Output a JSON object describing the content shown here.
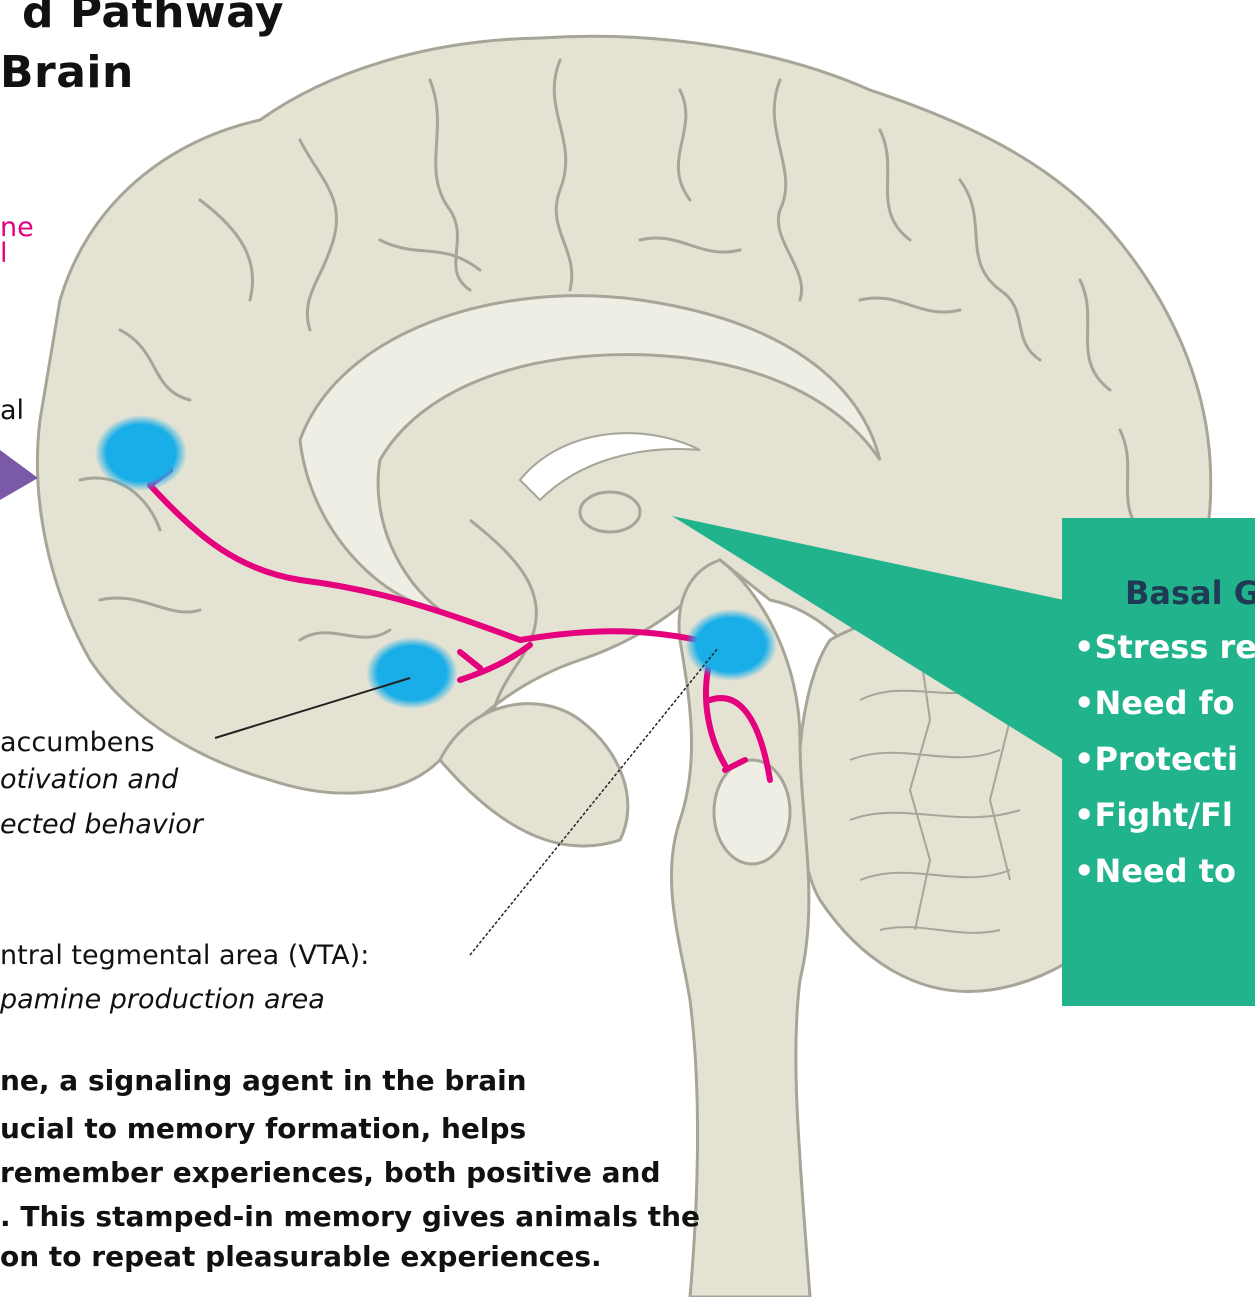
{
  "title": {
    "line1": "d Pathway",
    "line2": "Brain"
  },
  "left_fragments": {
    "pink_text": "ne",
    "pink_text2": "l",
    "frontal_label": "al"
  },
  "nucleus_accumbens": {
    "label": "accumbens",
    "desc1": "otivation and",
    "desc2": "ected behavior"
  },
  "vta": {
    "label": "ntral tegmental area (VTA):",
    "desc": "pamine production area"
  },
  "paragraph": [
    "ne, a signaling agent in the brain",
    "ucial to memory formation, helps",
    "remember experiences, both positive and",
    ". This stamped-in memory gives animals the",
    "on to repeat pleasurable experiences."
  ],
  "callout": {
    "header": "Basal G",
    "items": [
      "•Stress re",
      "•Need fo",
      "•Protecti",
      "•Fight/Fl",
      "•Need to"
    ]
  },
  "colors": {
    "brain_fill": "#e4e2d3",
    "brain_outline": "#a7a597",
    "pathway": "#e5007e",
    "node": "#19aee8",
    "callout": "#21b38c",
    "arrow_purple": "#7a5aa6"
  }
}
